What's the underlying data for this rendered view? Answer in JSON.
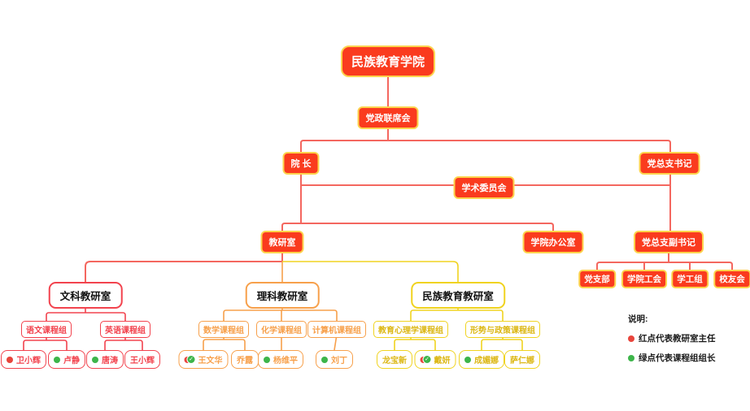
{
  "chart_title": "民族教育学院",
  "nodes": {
    "root": "民族教育学院",
    "joint_meeting": "党政联席会",
    "dean": "院 长",
    "party_secretary": "党总支书记",
    "academic_committee": "学术委员会",
    "teaching_office": "教研室",
    "college_office": "学院办公室",
    "deputy_party_secretary": "党总支副书记",
    "party_branch": "党支部",
    "college_union": "学院工会",
    "student_affairs_group": "学工组",
    "alumni_association": "校友会",
    "liberal_arts_office": "文科教研室",
    "science_office": "理科教研室",
    "ethnic_education_office": "民族教育教研室",
    "chinese_group": "语文课程组",
    "english_group": "英语课程组",
    "math_group": "数学课程组",
    "chemistry_group": "化学课程组",
    "computer_group": "计算机课程组",
    "edu_psychology_group": "教育心理学课程组",
    "policy_group": "形势与政策课程组",
    "wei_xiaohui": "卫小辉",
    "lu_jing": "卢静",
    "tang_tao": "唐涛",
    "wang_xiaohui": "王小辉",
    "wang_wenhua": "王文华",
    "qiao_lu": "乔露",
    "yang_weiping": "杨维平",
    "liu_ding": "刘丁",
    "long_baoxin": "龙宝新",
    "dai_yan": "戴妍",
    "cheng_meina": "成媚娜",
    "sa_renna": "萨仁娜"
  },
  "dots": {
    "wei_xiaohui": [
      "red"
    ],
    "lu_jing": [
      "green"
    ],
    "tang_tao": [
      "green"
    ],
    "wang_xiaohui": [],
    "wang_wenhua": [
      "red",
      "green_check"
    ],
    "qiao_lu": [],
    "yang_weiping": [
      "green"
    ],
    "liu_ding": [
      "green"
    ],
    "long_baoxin": [],
    "dai_yan": [
      "red",
      "green_check"
    ],
    "cheng_meina": [
      "green"
    ],
    "sa_renna": []
  },
  "legend": {
    "heading": "说明:",
    "red_item": "红点代表教研室主任",
    "green_item": "绿点代表课程组组长"
  },
  "icons": {
    "director_dot": "red-circle",
    "leader_dot": "green-circle",
    "dual_role_dot": "red-circle + green-circle-with-check"
  },
  "colors": {
    "node_fill_red": "#fa3b1e",
    "node_border_gold": "#fcd34d",
    "connector_red": "#f4675f",
    "section_red": "#f2434e",
    "section_orange": "#f7a04b",
    "section_yellow": "#f0d320",
    "dot_red": "#e8453c",
    "dot_green": "#3db54a",
    "background": "#ffffff"
  }
}
